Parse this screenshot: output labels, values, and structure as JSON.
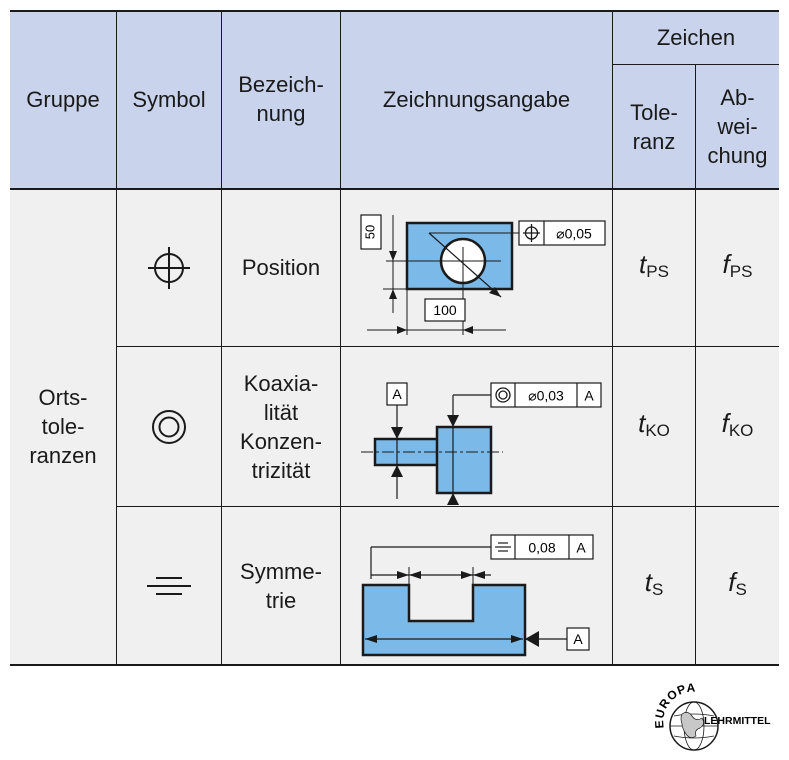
{
  "header": {
    "gruppe": "Gruppe",
    "symbol": "Symbol",
    "bezeichnung": "Bezeich-\nnung",
    "zeichnungsangabe": "Zeichnungsangabe",
    "zeichen": "Zeichen",
    "toleranz": "Tole-\nranz",
    "abweichung": "Ab-\nwei-\nchung"
  },
  "group_label": "Orts-\ntole-\nranzen",
  "rows": [
    {
      "name": "Position",
      "symbol_icon": "position-icon",
      "frame": {
        "symbol_icon": "position-icon",
        "value": "⌀0,05"
      },
      "dims": {
        "d1": "50",
        "d2": "100"
      },
      "tol_base": "t",
      "tol_sub": "PS",
      "dev_base": "f",
      "dev_sub": "PS"
    },
    {
      "name": "Koaxia-\nlität\nKonzen-\ntrizität",
      "symbol_icon": "concentricity-icon",
      "frame": {
        "symbol_icon": "concentricity-icon",
        "value": "⌀0,03",
        "datum": "A"
      },
      "datum_label": "A",
      "tol_base": "t",
      "tol_sub": "KO",
      "dev_base": "f",
      "dev_sub": "KO"
    },
    {
      "name": "Symme-\ntrie",
      "symbol_icon": "symmetry-icon",
      "frame": {
        "symbol_icon": "symmetry-icon",
        "value": "0,08",
        "datum": "A"
      },
      "datum_label": "A",
      "tol_base": "t",
      "tol_sub": "S",
      "dev_base": "f",
      "dev_sub": "S"
    }
  ],
  "logo": {
    "top_text": "EUROPA",
    "right_text": "LEHRMITTEL"
  },
  "colors": {
    "header_bg": "#c9d4ec",
    "body_bg": "#f0f0f0",
    "part_blue": "#7ab9e8",
    "line": "#1a1a1a"
  }
}
